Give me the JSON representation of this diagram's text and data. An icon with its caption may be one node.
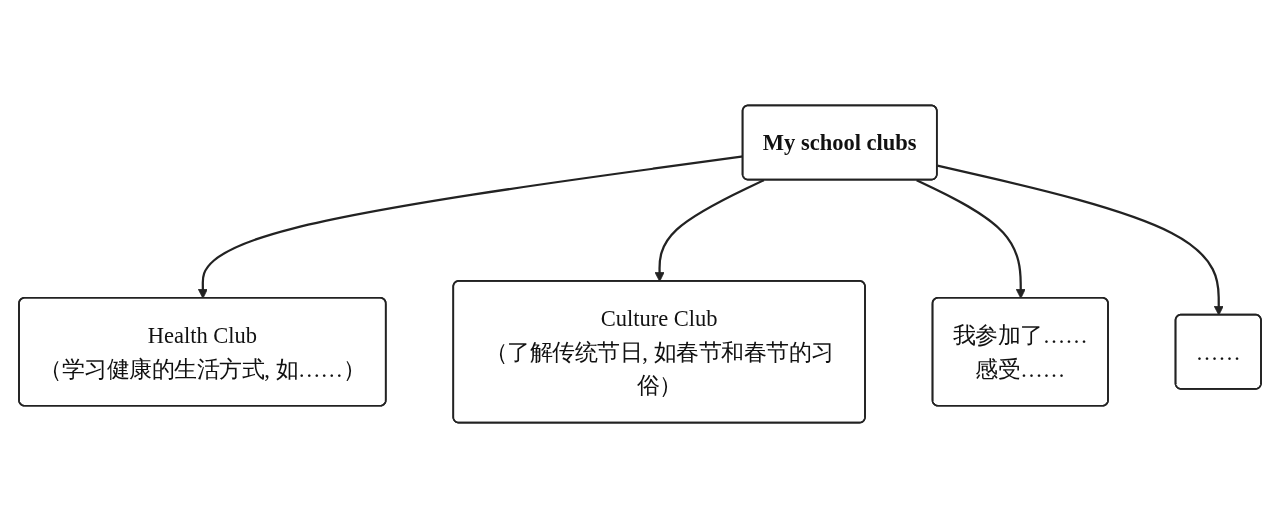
{
  "diagram": {
    "nodes": [
      {
        "text": [
          "Health Club",
          "（学习健康的生活方式, 如……）"
        ]
      },
      {
        "text": [
          "Culture Club",
          "（了解传统节日, 如春节和春节的习俗）"
        ]
      },
      {
        "text": [
          "My school clubs"
        ]
      },
      {
        "text": [
          "我参加了……",
          "感受……"
        ]
      },
      {
        "text": [
          "……"
        ]
      }
    ],
    "edges": [
      {
        "from": 2,
        "to": 0,
        "arrow": "to"
      },
      {
        "from": 2,
        "to": 1,
        "arrow": "to"
      },
      {
        "from": 2,
        "to": 3,
        "arrow": "to"
      },
      {
        "from": 2,
        "to": 4,
        "arrow": "to"
      }
    ]
  }
}
